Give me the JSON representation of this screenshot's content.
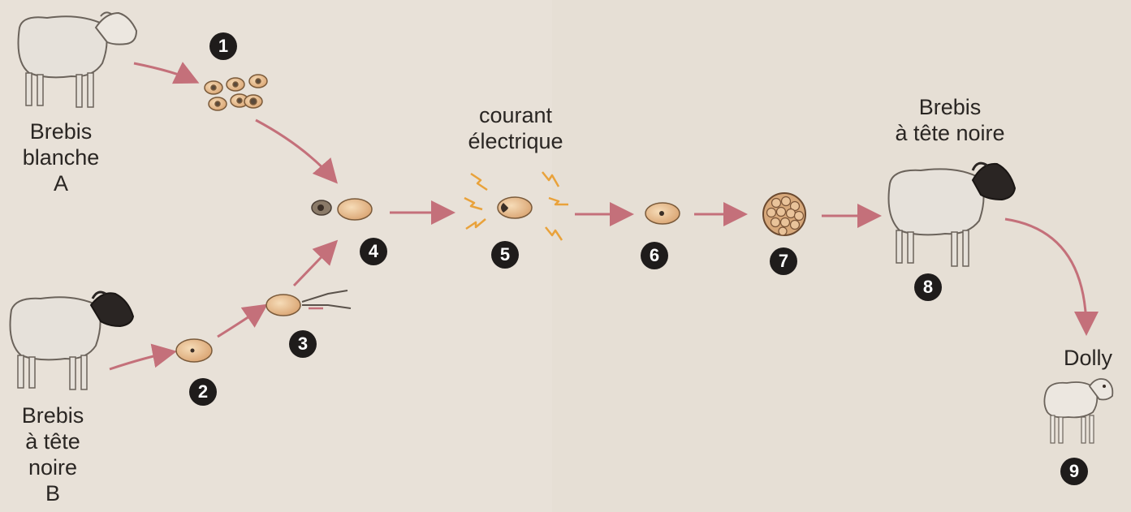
{
  "labels": {
    "ewe_a": "Brebis\nblanche\nA",
    "ewe_b": "Brebis\nà tête\nnoire\nB",
    "current": "courant\nélectrique",
    "surrogate": "Brebis\nà tête noire",
    "dolly": "Dolly"
  },
  "steps": [
    "1",
    "2",
    "3",
    "4",
    "5",
    "6",
    "7",
    "8",
    "9"
  ],
  "colors": {
    "arrow": "#c4707a",
    "spark": "#e9a23b",
    "badge": "#1f1c1b",
    "cell": "#efc79a",
    "nucleus": "#5a4a3c",
    "wool": "#e6e1da"
  },
  "icons": [
    "sheep-icon",
    "cell-icon",
    "pipette-icon",
    "spark-icon",
    "embryo-icon",
    "lamb-icon"
  ]
}
